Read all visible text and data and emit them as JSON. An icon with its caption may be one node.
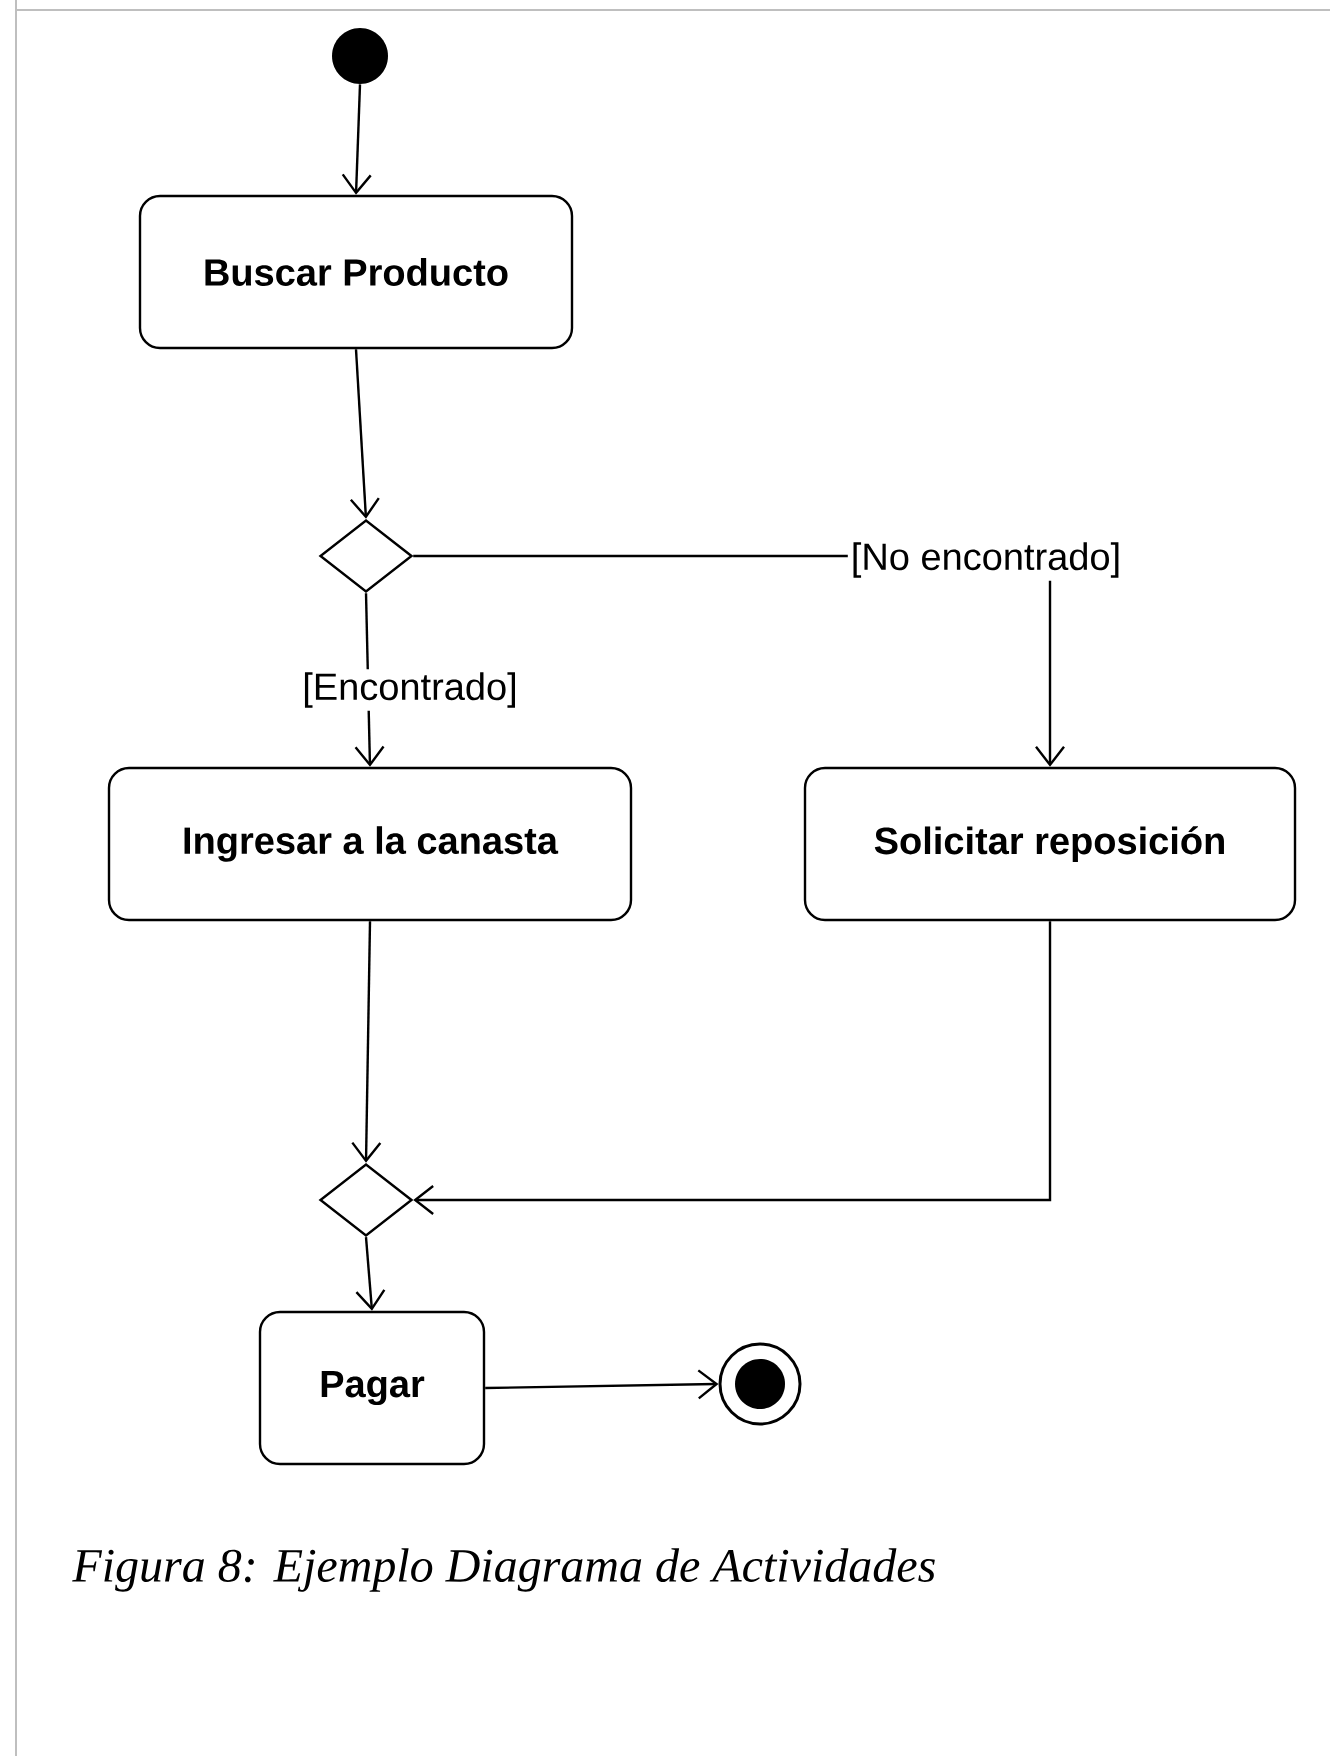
{
  "diagram": {
    "caption": "Figura 8: Ejemplo Diagrama de Actividades",
    "nodes": [
      {
        "text": [],
        "shape": "circle"
      },
      {
        "text": [
          "Buscar Producto"
        ]
      },
      {
        "text": [],
        "shape": "diamond"
      },
      {
        "text": [
          "Ingresar a la canasta"
        ]
      },
      {
        "text": [
          "Solicitar reposición"
        ]
      },
      {
        "text": [],
        "shape": "diamond"
      },
      {
        "text": [
          "Pagar"
        ]
      },
      {
        "text": [],
        "shape": "circle"
      }
    ],
    "edges": [
      {
        "from": 0,
        "to": 1,
        "arrow": "to"
      },
      {
        "from": 1,
        "to": 2,
        "arrow": "to"
      },
      {
        "from": 2,
        "to": 3,
        "arrow": "to",
        "label": "[Encontrado]"
      },
      {
        "from": 2,
        "to": 4,
        "arrow": "to",
        "label": "[No encontrado]"
      },
      {
        "from": 3,
        "to": 5,
        "arrow": "to"
      },
      {
        "from": 4,
        "to": 5,
        "arrow": "to"
      },
      {
        "from": 5,
        "to": 6,
        "arrow": "to"
      },
      {
        "from": 6,
        "to": 7,
        "arrow": "to"
      }
    ]
  }
}
